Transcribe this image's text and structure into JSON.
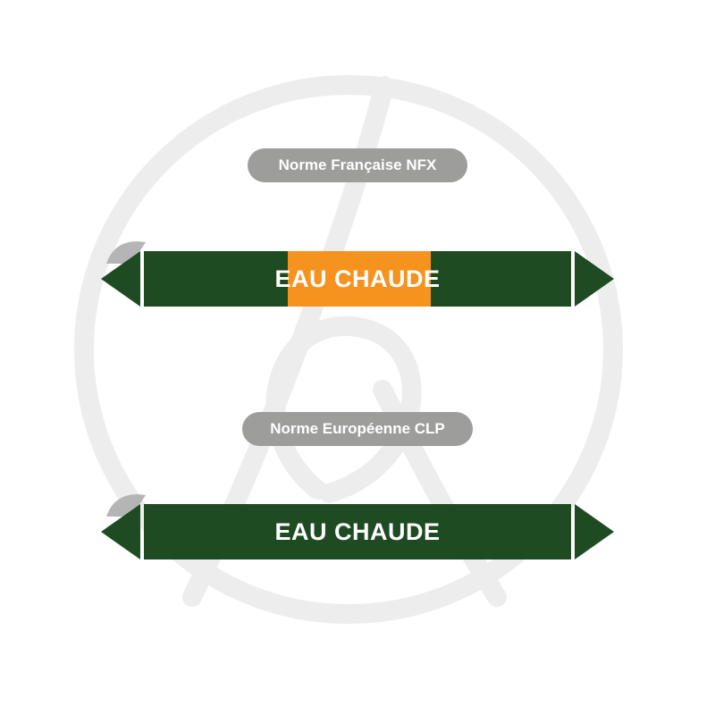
{
  "norm_labels": {
    "nfx": "Norme Française NFX",
    "clp": "Norme Européenne CLP"
  },
  "markers": {
    "nfx": {
      "text": "EAU CHAUDE"
    },
    "clp": {
      "text": "EAU CHAUDE"
    }
  },
  "colors": {
    "green": "#1e4b22",
    "orange": "#f6921e",
    "pill_gray": "#9d9d9c",
    "watermark_gray": "#ededed",
    "peel_gray": "#b5b5b5",
    "text_white": "#ffffff"
  }
}
